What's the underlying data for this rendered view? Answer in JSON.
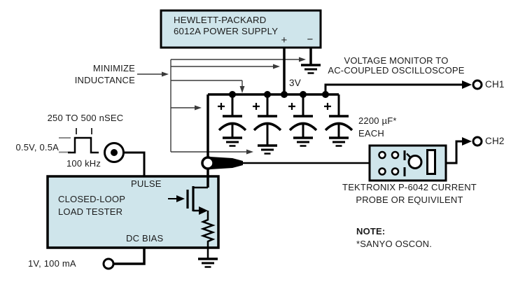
{
  "colors": {
    "box_fill": "#cfe5eb",
    "wire": "#000000",
    "text": "#1b1b1b",
    "annotation": "#3a3a3a"
  },
  "power_supply": {
    "name_line1": "HEWLETT-PACKARD",
    "name_line2": "6012A POWER SUPPLY",
    "plus": "+",
    "minus": "−"
  },
  "rail": {
    "voltage": "3V"
  },
  "capacitors": {
    "value": "2200 µF*",
    "each": "EACH"
  },
  "minimize": {
    "line1": "MINIMIZE",
    "line2": "INDUCTANCE"
  },
  "monitor": {
    "line1": "VOLTAGE MONITOR TO",
    "line2": "AC-COUPLED OSCILLOSCOPE",
    "ch1": "CH1",
    "ch2": "CH2"
  },
  "pulse": {
    "width": "250 TO 500 nSEC",
    "amplitude": "0.5V, 0.5A",
    "frequency": "100 kHz"
  },
  "load_tester": {
    "pulse_label": "PULSE",
    "name_line1": "CLOSED-LOOP",
    "name_line2": "LOAD TESTER",
    "dc_bias_label": "DC BIAS",
    "dc_bias_value": "1V, 100 mA"
  },
  "probe": {
    "caption_line1": "TEKTRONIX P-6042 CURRENT",
    "caption_line2": "PROBE OR EQUIVILENT"
  },
  "note": {
    "title": "NOTE:",
    "body": "*SANYO OSCON."
  }
}
